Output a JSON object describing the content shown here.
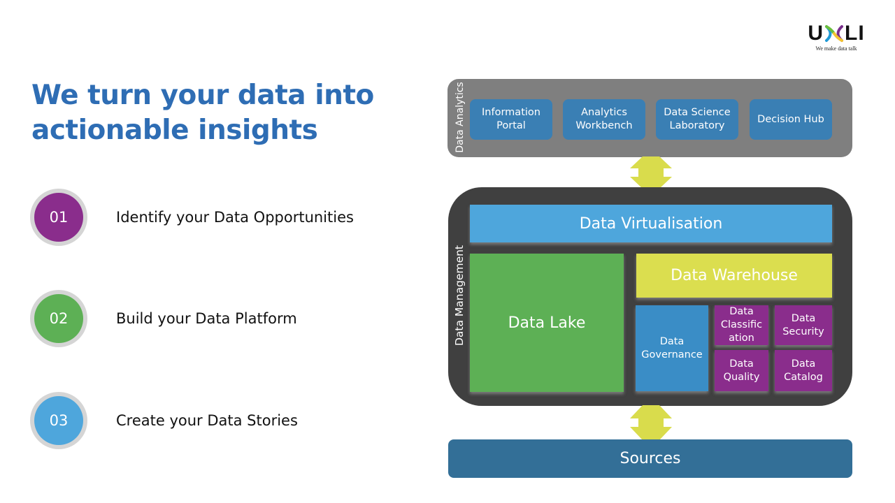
{
  "logo": {
    "left": "U",
    "right": "LI",
    "tagline": "We make data talk",
    "colors": [
      "#1f9ad6",
      "#6cbf3d",
      "#7a2f8c",
      "#f4c430"
    ]
  },
  "title": "We turn your data into actionable insights",
  "steps": [
    {
      "number": "01",
      "label": "Identify your Data Opportunities",
      "color": "#8a2d8c"
    },
    {
      "number": "02",
      "label": "Build your Data Platform",
      "color": "#5db055"
    },
    {
      "number": "03",
      "label": "Create your Data Stories",
      "color": "#4ea6dc"
    }
  ],
  "diagram": {
    "analytics": {
      "label": "Data Analytics",
      "color": "#7f7f7f",
      "items": [
        {
          "label": "Information Portal"
        },
        {
          "label": "Analytics Workbench"
        },
        {
          "label": "Data Science Laboratory"
        },
        {
          "label": "Decision Hub"
        }
      ]
    },
    "arrow_color": "#d9dc4c",
    "management": {
      "label": "Data Management",
      "color": "#404040",
      "virtualisation": "Data Virtualisation",
      "lake": "Data Lake",
      "warehouse": "Data Warehouse",
      "governance": "Data Governance",
      "classification": "Data Classific ation",
      "security": "Data Security",
      "quality": "Data Quality",
      "catalog": "Data Catalog"
    },
    "sources": "Sources"
  }
}
